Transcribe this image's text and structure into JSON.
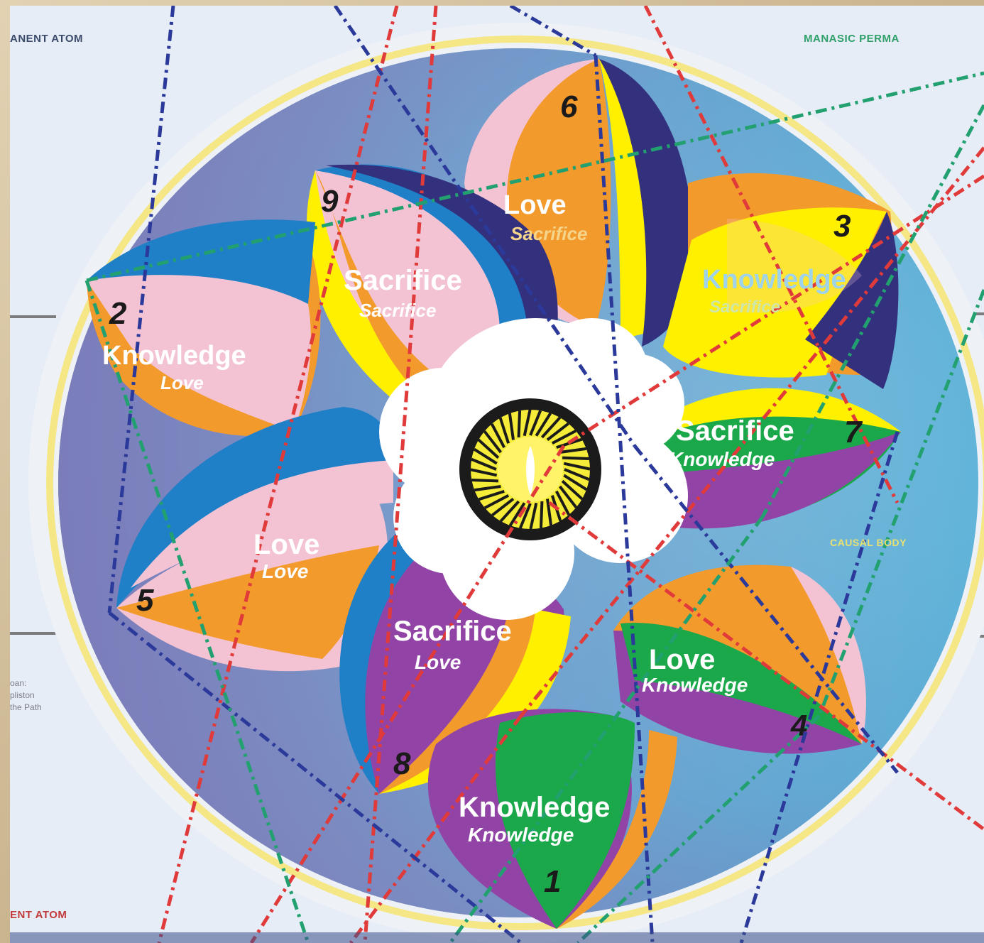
{
  "labels": {
    "top_left": "ANENT ATOM",
    "top_right": "MANASIC PERMA",
    "causal": "CAUSAL BODY",
    "bottom_left": "ENT ATOM",
    "side_caption": [
      "oan:",
      "pliston",
      "the Path"
    ]
  },
  "petals": [
    {
      "id": "petal-1",
      "number": "1",
      "main": "Knowledge",
      "sub": "Knowledge"
    },
    {
      "id": "petal-2",
      "number": "2",
      "main": "Knowledge",
      "sub": "Love"
    },
    {
      "id": "petal-3",
      "number": "3",
      "main": "Knowledge",
      "sub": "Sacrifice"
    },
    {
      "id": "petal-4",
      "number": "4",
      "main": "Love",
      "sub": "Knowledge"
    },
    {
      "id": "petal-5",
      "number": "5",
      "main": "Love",
      "sub": "Love"
    },
    {
      "id": "petal-6",
      "number": "6",
      "main": "Love",
      "sub": "Sacrifice"
    },
    {
      "id": "petal-7",
      "number": "7",
      "main": "Sacrifice",
      "sub": "Knowledge"
    },
    {
      "id": "petal-8",
      "number": "8",
      "main": "Sacrifice",
      "sub": "Love"
    },
    {
      "id": "petal-9",
      "number": "9",
      "main": "Sacrifice",
      "sub": "Sacrifice"
    }
  ],
  "colors": {
    "disc": "#67b6d8",
    "disc_left": "#7a7fb8",
    "ring": "#f3e27a",
    "orange": "#f39a2d",
    "pink": "#f3c3d3",
    "blue": "#1f7fc7",
    "navy": "#33307e",
    "yellow": "#fff000",
    "green": "#1aa84a",
    "purple": "#9244a6",
    "red_line": "#e03a3a",
    "blue_line": "#2b3a9a",
    "green_line": "#22a070"
  }
}
